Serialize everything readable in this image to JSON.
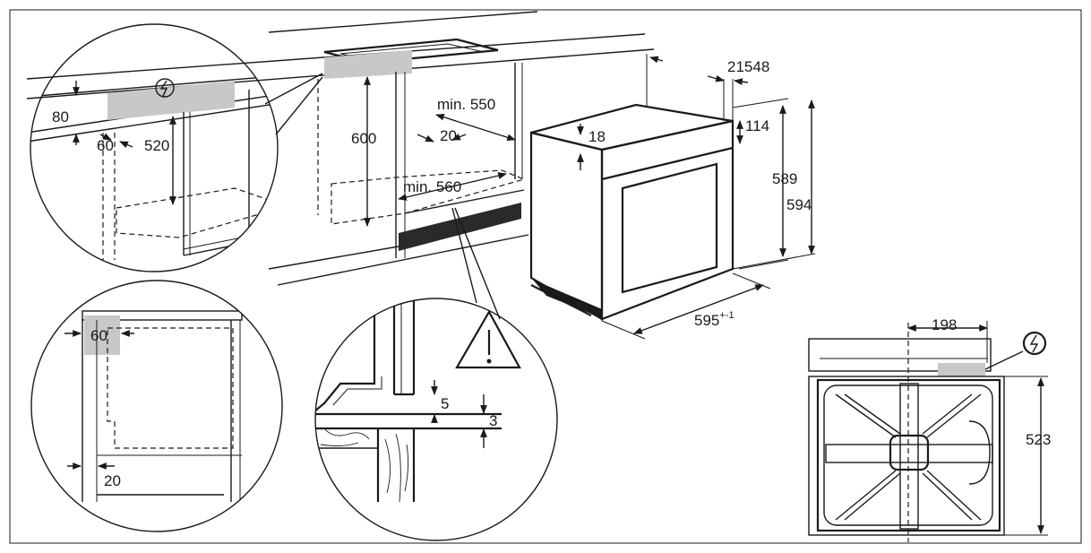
{
  "labels": {
    "d80": "80",
    "d60a": "60",
    "d520": "520",
    "d600": "600",
    "d550": "min. 550",
    "d20a": "20",
    "d560": "min. 560",
    "d18": "18",
    "d21548": "21548",
    "d114": "114",
    "d589": "589",
    "d594": "594",
    "d595": "595",
    "d595sup": "+-1",
    "d60b": "60",
    "d20b": "20",
    "d5": "5",
    "d3": "3",
    "d198": "198",
    "d523": "523"
  },
  "icons": [
    "power-connection-icon",
    "warning-icon"
  ],
  "colors": {
    "line": "#1a1a1a",
    "shade": "#c8c8c8",
    "dark_strip": "#2a2a2a"
  }
}
